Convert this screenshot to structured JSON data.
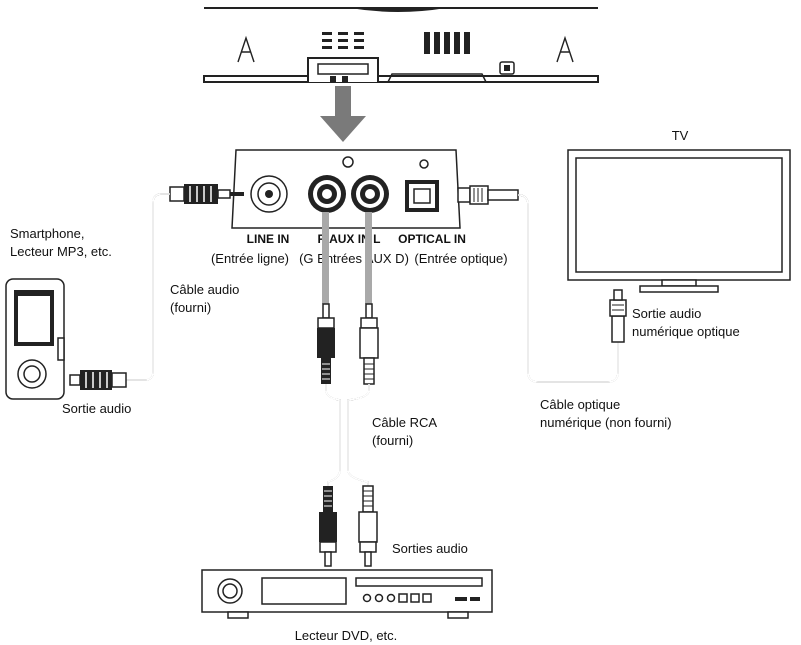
{
  "labels": {
    "tv": "TV",
    "smartphone_line1": "Smartphone,",
    "smartphone_line2": "Lecteur MP3, etc.",
    "audio_cable_line1": "Câble audio",
    "audio_cable_line2": "(fourni)",
    "audio_out": "Sortie audio",
    "line_in": "LINE IN",
    "aux_in": "R  AUX IN  L",
    "optical_in": "OPTICAL IN",
    "line_in_fr": "(Entrée ligne)",
    "aux_in_fr": "(G Entrées AUX D)",
    "optical_in_fr": "(Entrée optique)",
    "optical_out_line1": "Sortie audio",
    "optical_out_line2": "numérique optique",
    "optical_cable_line1": "Câble optique",
    "optical_cable_line2": "numérique (non fourni)",
    "rca_cable_line1": "Câble RCA",
    "rca_cable_line2": "(fourni)",
    "audio_outs": "Sorties audio",
    "dvd": "Lecteur DVD, etc."
  }
}
